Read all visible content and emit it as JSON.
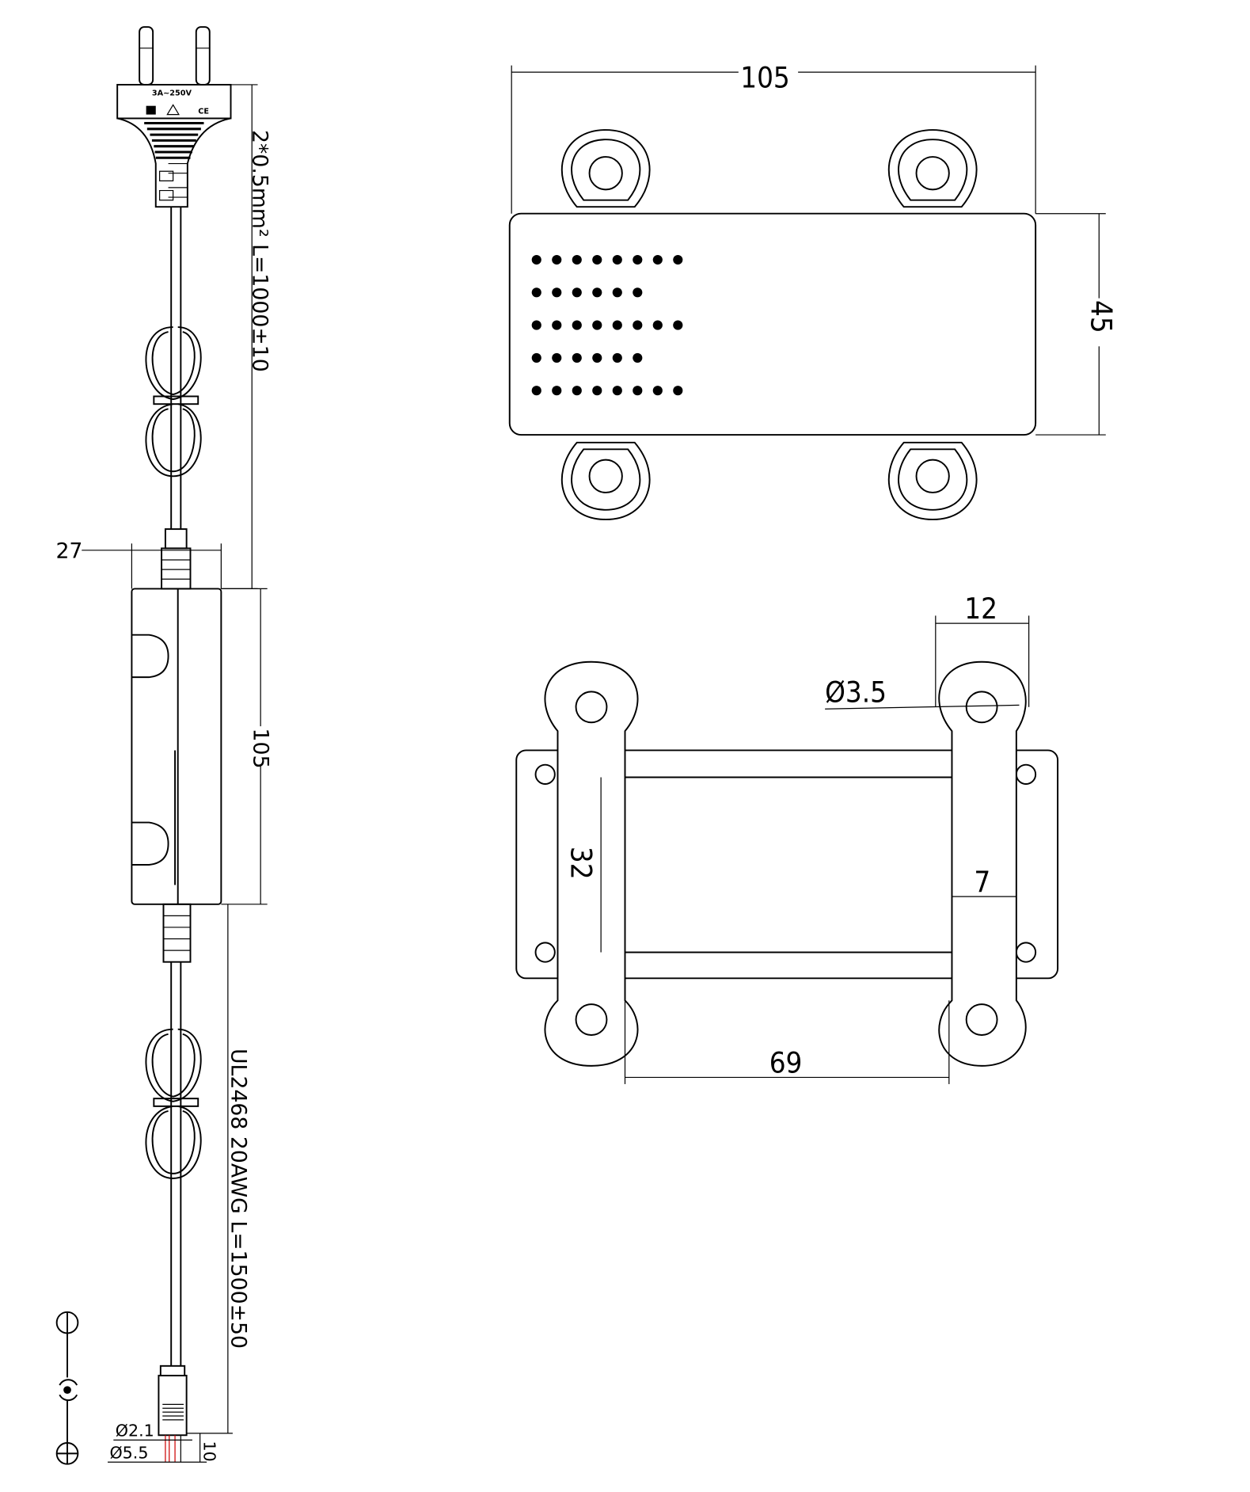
{
  "title": "Power adapter mechanical drawing",
  "side_view": {
    "plug_rating": "3A~250V",
    "plug_marks": [
      "CE"
    ],
    "cable_ac_label": "2*0.5mm² L=1000±10",
    "width_dim": "27",
    "length_dim": "105",
    "cable_dc_label": "UL2468 20AWG L=1500±50",
    "dc_inner_dim": "Ø2.1",
    "dc_outer_dim": "Ø5.5",
    "dc_pin_length_dim": "10",
    "polarity_symbols": [
      "negative-outer",
      "center",
      "positive-inner"
    ]
  },
  "top_view": {
    "length_dim": "105",
    "height_dim": "45",
    "vent_rows": [
      8,
      6,
      8,
      6,
      8
    ]
  },
  "bracket_view": {
    "strap_width_dim": "12",
    "hole_dim": "Ø3.5",
    "inner_height_dim": "32",
    "strap_gap_dim": "7",
    "strap_spacing_dim": "69"
  }
}
